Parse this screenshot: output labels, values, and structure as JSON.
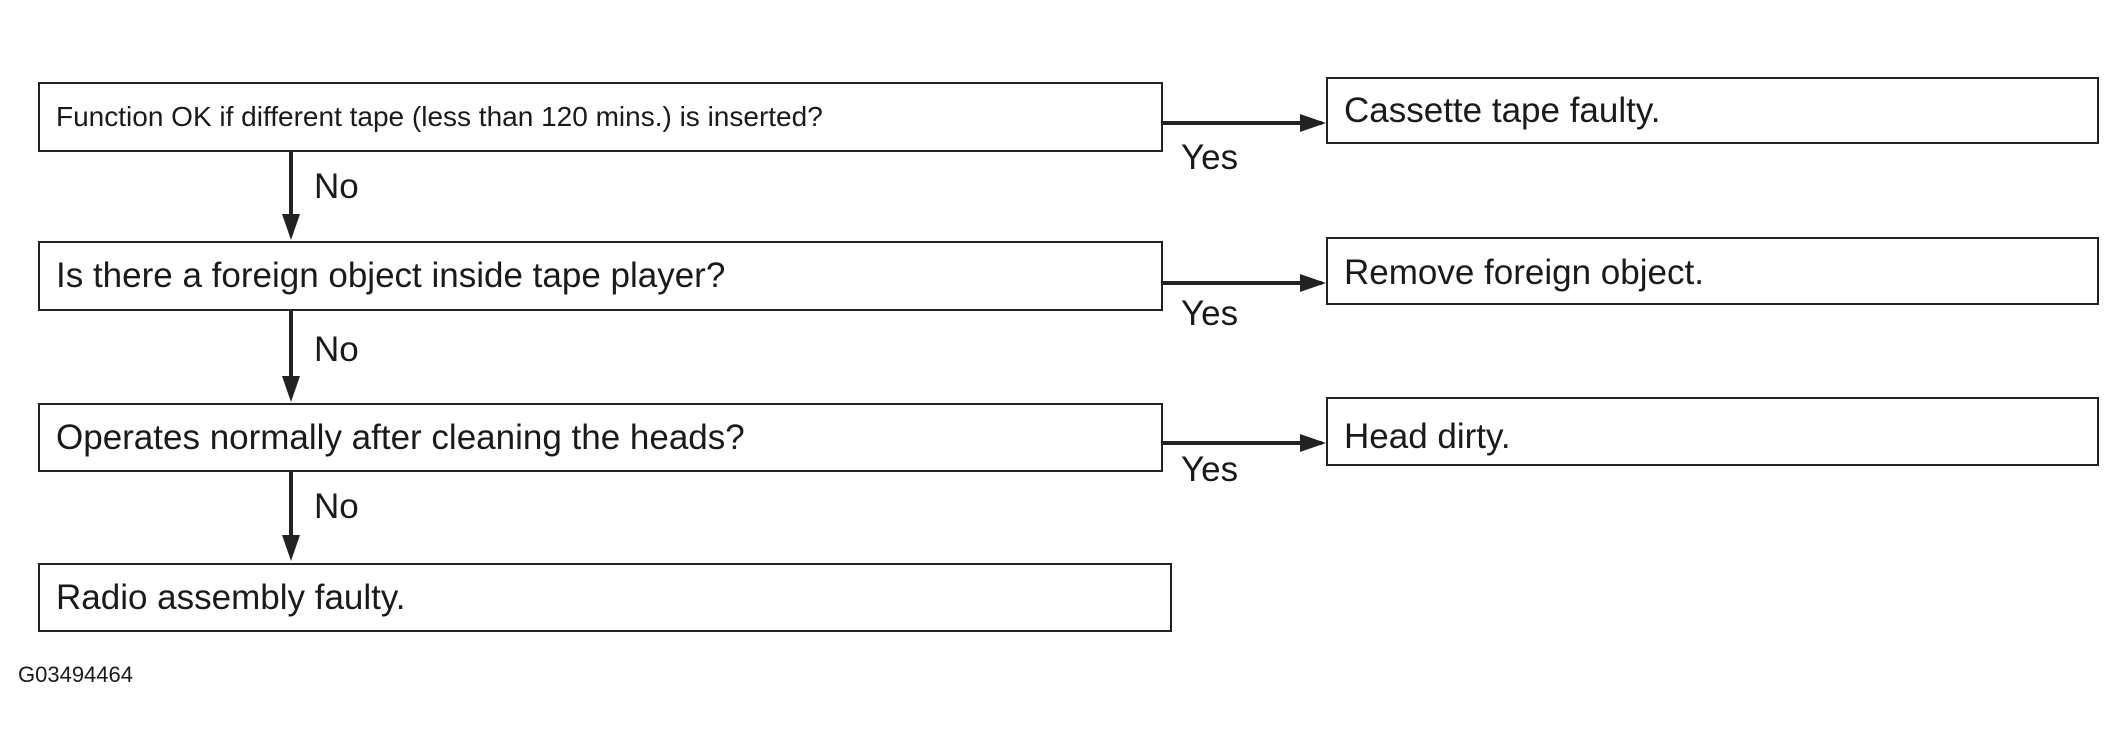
{
  "diagram": {
    "figure_id": "G03494464",
    "steps": [
      {
        "question": "Function OK if different tape (less than 120 mins.) is inserted?",
        "yes_label": "Yes",
        "yes_result": "Cassette tape faulty.",
        "no_label": "No"
      },
      {
        "question": "Is there a foreign object inside tape player?",
        "yes_label": "Yes",
        "yes_result": "Remove foreign object.",
        "no_label": "No"
      },
      {
        "question": "Operates normally after cleaning the heads?",
        "yes_label": "Yes",
        "yes_result": "Head dirty.",
        "no_label": "No"
      }
    ],
    "final_result": "Radio assembly faulty."
  }
}
